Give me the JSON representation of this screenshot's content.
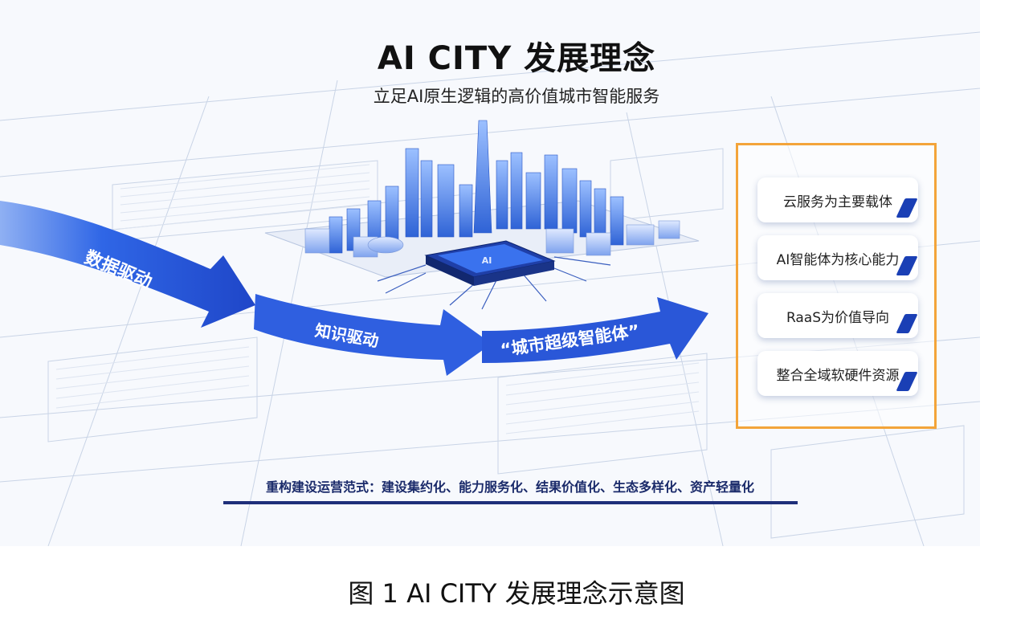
{
  "header": {
    "title": "AI CITY 发展理念",
    "subtitle": "立足AI原生逻辑的高价值城市智能服务"
  },
  "flow": {
    "stage1": "数据驱动",
    "stage2": "知识驱动",
    "stage3": "“城市超级智能体”"
  },
  "chip": {
    "label": "AI"
  },
  "panel": {
    "items": [
      "云服务为主要载体",
      "AI智能体为核心能力",
      "RaaS为价值导向",
      "整合全域软硬件资源"
    ]
  },
  "footer": {
    "paradigm": "重构建设运营范式：建设集约化、能力服务化、结果价值化、生态多样化、资产轻量化"
  },
  "caption": "图  1 AI CITY 发展理念示意图",
  "colors": {
    "arrow_blue": "#2f5fe0",
    "panel_border": "#f3a43a",
    "card_tab": "#1a3fb5"
  }
}
